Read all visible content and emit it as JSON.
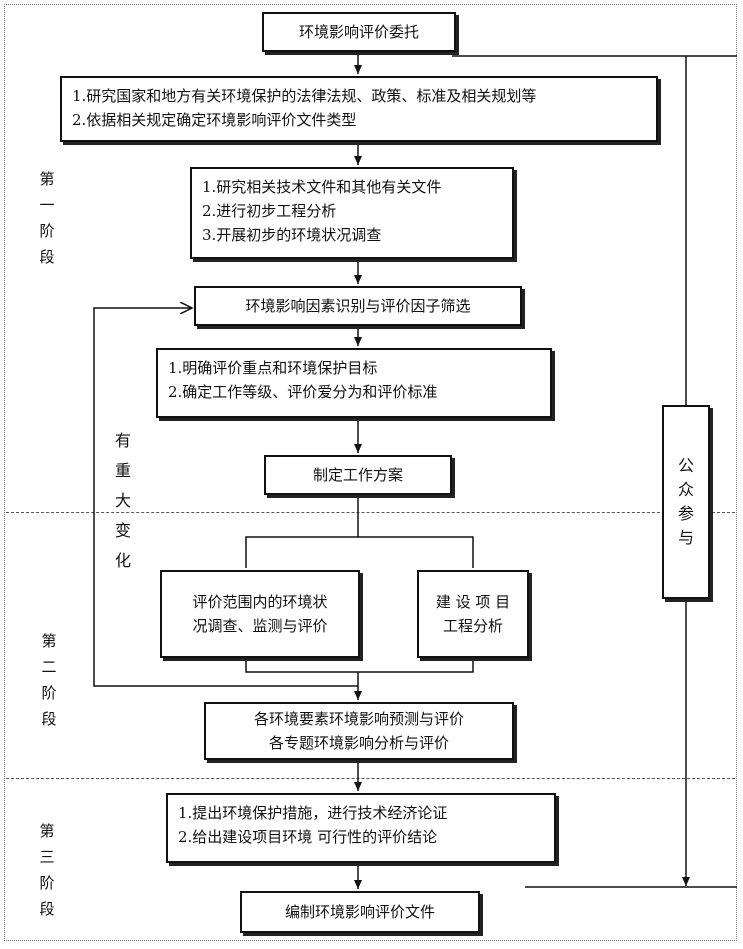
{
  "boxes": {
    "commission": "环境影响评价委托",
    "research": [
      "1.研究国家和地方有关环境保护的法律法规、政策、标准及相关规划等",
      "2.依据相关规定确定环境影响评价文件类型"
    ],
    "study": [
      "1.研究相关技术文件和其他有关文件",
      "2.进行初步工程分析",
      "3.开展初步的环境状况调查"
    ],
    "identify": "环境影响因素识别与评价因子筛选",
    "define": [
      "1.明确评价重点和环境保护目标",
      "2.确定工作等级、评价爱分为和评价标准"
    ],
    "plan": "制定工作方案",
    "survey": [
      "评价范围内的环境状",
      "况调查、监测与评价"
    ],
    "engineering": [
      "建 设 项 目",
      "工程分析"
    ],
    "predict": [
      "各环境要素环境影响预测与评价",
      "各专题环境影响分析与评价"
    ],
    "measures": [
      "1.提出环境保护措施，进行技术经济论证",
      "2.给出建设项目环境  可行性的评价结论"
    ],
    "compile": "编制环境影响评价文件",
    "public": [
      "公",
      "众",
      "参",
      "与"
    ]
  },
  "stages": {
    "first": [
      "第",
      "一",
      "阶",
      "段"
    ],
    "second": [
      "第",
      "二",
      "阶",
      "段"
    ],
    "third": [
      "第",
      "三",
      "阶",
      "段"
    ]
  },
  "feedback_label": [
    "有",
    "重",
    "大",
    "变",
    "化"
  ]
}
